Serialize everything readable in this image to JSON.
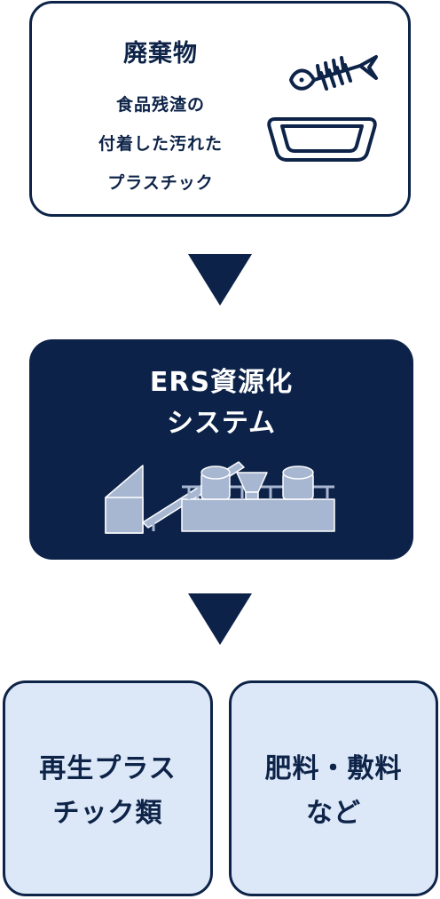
{
  "colors": {
    "navy": "#0c2249",
    "light_blue_fill": "#dce8f8",
    "machine_fill": "#a7b7d2"
  },
  "waste": {
    "title": "廃棄物",
    "description": "食品残渣の\n付着した汚れた\nプラスチック",
    "icon": "fish-bone-on-tray-icon"
  },
  "system": {
    "title": "ERS資源化\nシステム",
    "icon": "recycling-plant-machinery-icon"
  },
  "arrows": {
    "icon": "down-triangle-arrow-icon"
  },
  "outputs": [
    {
      "label": "再生プラス\nチック類"
    },
    {
      "label": "肥料・敷料\nなど"
    }
  ]
}
